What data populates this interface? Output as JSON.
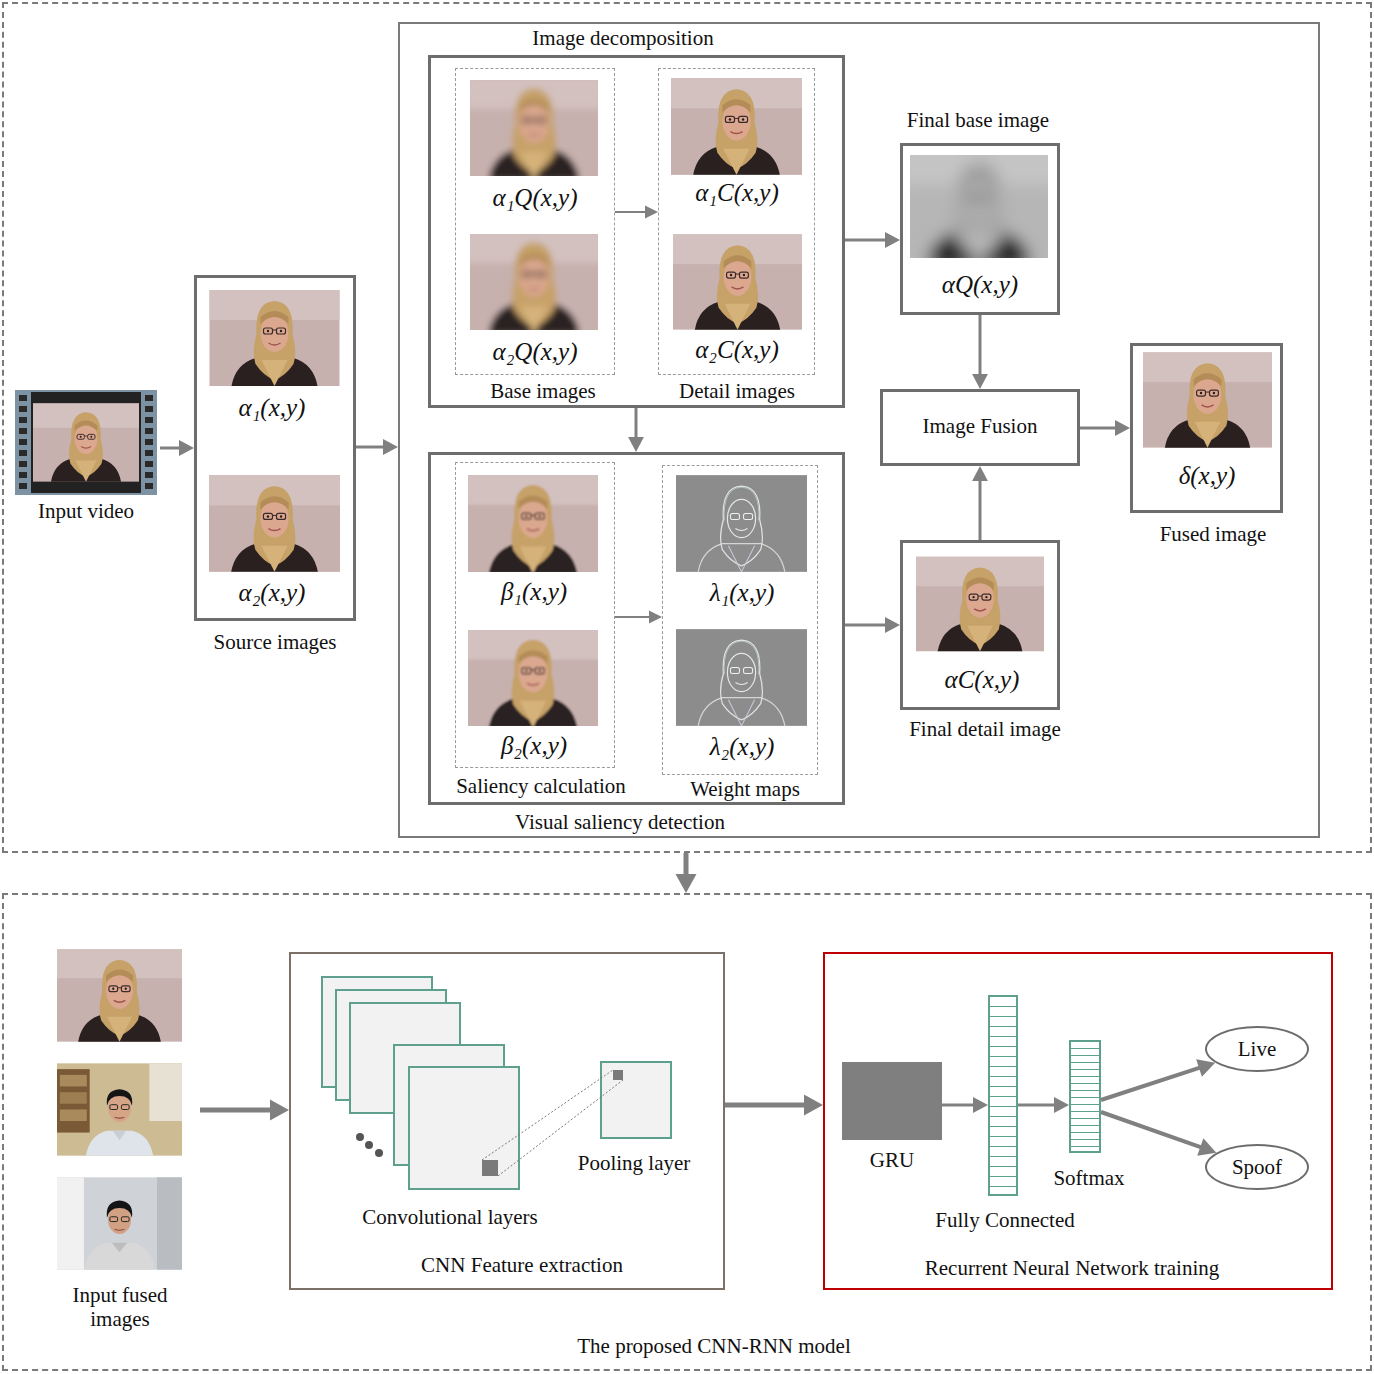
{
  "diagram": {
    "nodes": [
      {
        "text": []
      },
      {
        "text": [
          "Input video"
        ],
        "in": 0
      },
      {
        "text": [
          "Source images"
        ],
        "in": 0
      },
      {
        "text": [
          "α₁(x,y)"
        ],
        "in": 2
      },
      {
        "text": [
          "α₂(x,y)"
        ],
        "in": 2
      },
      {
        "text": [],
        "in": 0
      },
      {
        "text": [
          "Image decomposition"
        ],
        "in": 5
      },
      {
        "text": [
          "Base images"
        ],
        "in": 6
      },
      {
        "text": [
          "α₁Q(x,y)"
        ],
        "in": 7
      },
      {
        "text": [
          "α₂Q(x,y)"
        ],
        "in": 7
      },
      {
        "text": [
          "Detail images"
        ],
        "in": 6
      },
      {
        "text": [
          "α₁C(x,y)"
        ],
        "in": 10
      },
      {
        "text": [
          "α₂C(x,y)"
        ],
        "in": 10
      },
      {
        "text": [
          "Visual saliency detection"
        ],
        "in": 5
      },
      {
        "text": [
          "Saliency calculation"
        ],
        "in": 13
      },
      {
        "text": [
          "β₁(x,y)"
        ],
        "in": 14
      },
      {
        "text": [
          "β₂(x,y)"
        ],
        "in": 14
      },
      {
        "text": [
          "Weight maps"
        ],
        "in": 13
      },
      {
        "text": [
          "λ₁(x,y)"
        ],
        "in": 17
      },
      {
        "text": [
          "λ₂(x,y)"
        ],
        "in": 17
      },
      {
        "text": [
          "Final base image",
          "αQ(x,y)"
        ],
        "in": 5
      },
      {
        "text": [
          "Image Fusion"
        ],
        "in": 5
      },
      {
        "text": [
          "αC(x,y)",
          "Final detail image"
        ],
        "in": 5
      },
      {
        "text": [
          "δ(x,y)",
          "Fused image"
        ],
        "in": 5
      },
      {
        "text": [
          "The proposed CNN-RNN model"
        ]
      },
      {
        "text": [
          "Input fused images"
        ],
        "in": 24
      },
      {
        "text": [
          "Convolutional layers",
          "Pooling layer",
          "CNN Feature extraction"
        ],
        "in": 24
      },
      {
        "text": [
          "Recurrent Neural Network training"
        ],
        "in": 24
      },
      {
        "text": [
          "GRU"
        ],
        "in": 27
      },
      {
        "text": [
          "Fully Connected"
        ],
        "in": 27
      },
      {
        "text": [
          "Softmax"
        ],
        "in": 27
      },
      {
        "text": [
          "Live"
        ],
        "in": 27
      },
      {
        "text": [
          "Spoof"
        ],
        "in": 27
      }
    ],
    "edges": [
      {
        "from": 1,
        "to": 2,
        "arrow": "to"
      },
      {
        "from": 2,
        "to": 5,
        "arrow": "to"
      },
      {
        "from": 7,
        "to": 10,
        "arrow": "to"
      },
      {
        "from": 6,
        "to": 13,
        "arrow": "to"
      },
      {
        "from": 14,
        "to": 17,
        "arrow": "to"
      },
      {
        "from": 6,
        "to": 20,
        "arrow": "to"
      },
      {
        "from": 13,
        "to": 22,
        "arrow": "to"
      },
      {
        "from": 20,
        "to": 21,
        "arrow": "to"
      },
      {
        "from": 22,
        "to": 21,
        "arrow": "to"
      },
      {
        "from": 21,
        "to": 23,
        "arrow": "to"
      },
      {
        "from": 0,
        "to": 24,
        "arrow": "to"
      },
      {
        "from": 25,
        "to": 26,
        "arrow": "to"
      },
      {
        "from": 26,
        "to": 27,
        "arrow": "to"
      },
      {
        "from": 28,
        "to": 29,
        "arrow": "to"
      },
      {
        "from": 29,
        "to": 30,
        "arrow": "to"
      },
      {
        "from": 30,
        "to": 31,
        "arrow": "to"
      },
      {
        "from": 30,
        "to": 32,
        "arrow": "to"
      }
    ]
  }
}
